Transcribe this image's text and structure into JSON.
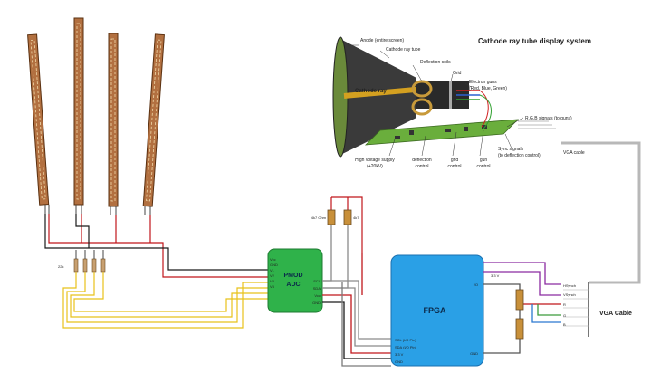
{
  "crt": {
    "title": "Cathode ray tube display system",
    "anode": "Anode (entire screen)",
    "tube": "Cathode ray tube",
    "coils": "Deflection coils",
    "grid": "Grid",
    "guns_line1": "Electron guns",
    "guns_line2": "(Red, Blue, Green)",
    "ray": "Cathode ray",
    "rgb_signals": "R,G,B signals (to guns)",
    "hv_line1": "High voltage supply",
    "hv_line2": "(+20kV)",
    "defl_line1": "deflection",
    "defl_line2": "control",
    "grid_line1": "grid",
    "grid_line2": "control",
    "gun_line1": "gun",
    "gun_line2": "control",
    "sync_line1": "Sync signals",
    "sync_line2": "(to deflection control)",
    "vga_cable_small": "VGA cable"
  },
  "adc": {
    "title_line1": "PMOD",
    "title_line2": "ADC",
    "pins_left": [
      "Vcc",
      "GND",
      "V1",
      "V2",
      "V3",
      "V4"
    ],
    "pins_right": [
      "SCL",
      "SDA",
      "Vcc",
      "GND"
    ]
  },
  "fpga": {
    "title": "FPGA",
    "io": "I/O",
    "gnd": "GND",
    "scl": "SCL (I/O Pin)",
    "sda": "SDA (I/O Pin)",
    "v33": "3.3 V",
    "gnd2": "GND"
  },
  "resistors": {
    "r1": "4k7 Ohm",
    "r2": "4k7",
    "divider": "22k"
  },
  "vga": {
    "v33": "3.3 V",
    "hsynch": "HSynch",
    "vsynch": "VSynch",
    "r": "R",
    "g": "G",
    "b": "B",
    "cable": "VGA Cable"
  },
  "colors": {
    "fpga": "#2aa0e6",
    "adc": "#2fb24a",
    "wire_red": "#c0161b",
    "wire_black": "#1a1a1a",
    "wire_yellow": "#e8c21a",
    "wire_gray": "#7a7a7a",
    "wire_purple": "#8a2aa0",
    "wire_green": "#3a9a3a",
    "wire_blue": "#2a78d0",
    "pcb": "#6aae3c",
    "sensor": "#c28a4a"
  }
}
